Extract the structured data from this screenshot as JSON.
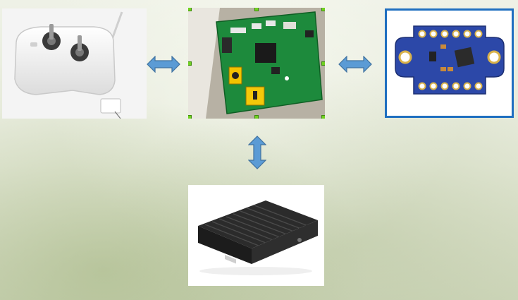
{
  "diagram": {
    "nodes": [
      {
        "id": "rc",
        "icon": "rc-transmitter-icon"
      },
      {
        "id": "fc",
        "icon": "flight-controller-board-icon",
        "selected": true
      },
      {
        "id": "imu",
        "icon": "imu-sensor-module-icon",
        "highlighted": true
      },
      {
        "id": "pc",
        "icon": "mini-pc-box-icon"
      }
    ],
    "edges": [
      {
        "from": "rc",
        "to": "fc",
        "direction": "bidirectional"
      },
      {
        "from": "fc",
        "to": "imu",
        "direction": "bidirectional"
      },
      {
        "from": "fc",
        "to": "pc",
        "direction": "bidirectional"
      }
    ]
  },
  "colors": {
    "arrow_fill": "#5b9bd5",
    "arrow_stroke": "#41729f",
    "highlight_border": "#1f6fc0",
    "selection_handle": "#6fd11f"
  }
}
